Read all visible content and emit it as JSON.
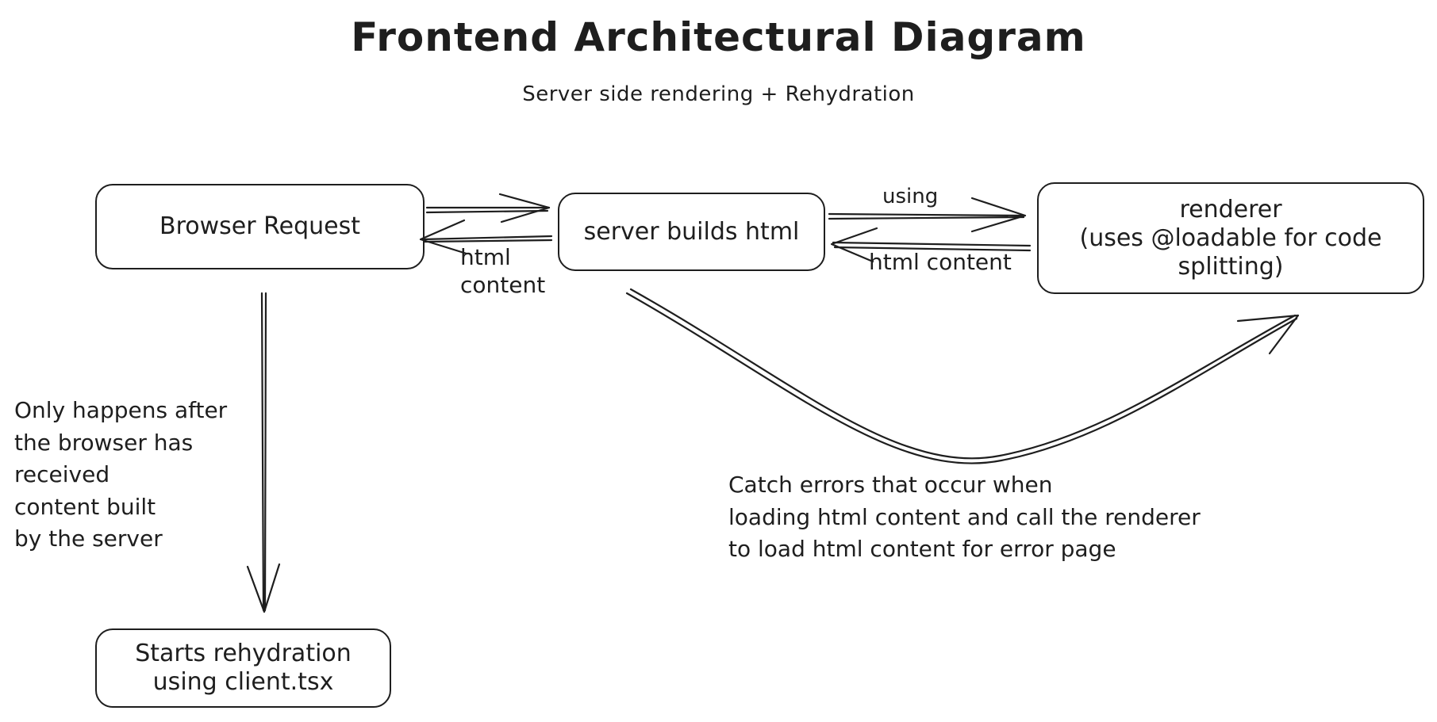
{
  "header": {
    "title": "Frontend Architectural Diagram",
    "subtitle": "Server side rendering + Rehydration"
  },
  "nodes": {
    "browser_request": "Browser Request",
    "server_builds": "server builds html",
    "renderer_line1": "renderer",
    "renderer_line2": "(uses @loadable for code",
    "renderer_line3": "splitting)",
    "rehydration_line1": "Starts rehydration",
    "rehydration_line2": "using client.tsx"
  },
  "edge_labels": {
    "html_content_left": "html\ncontent",
    "using": "using",
    "html_content_right": "html content",
    "only_happens": "Only happens after\nthe browser has\nreceived\ncontent built\nby the server",
    "catch_errors": "Catch errors that occur when\nloading html content and call the renderer\nto load html content for error page"
  }
}
